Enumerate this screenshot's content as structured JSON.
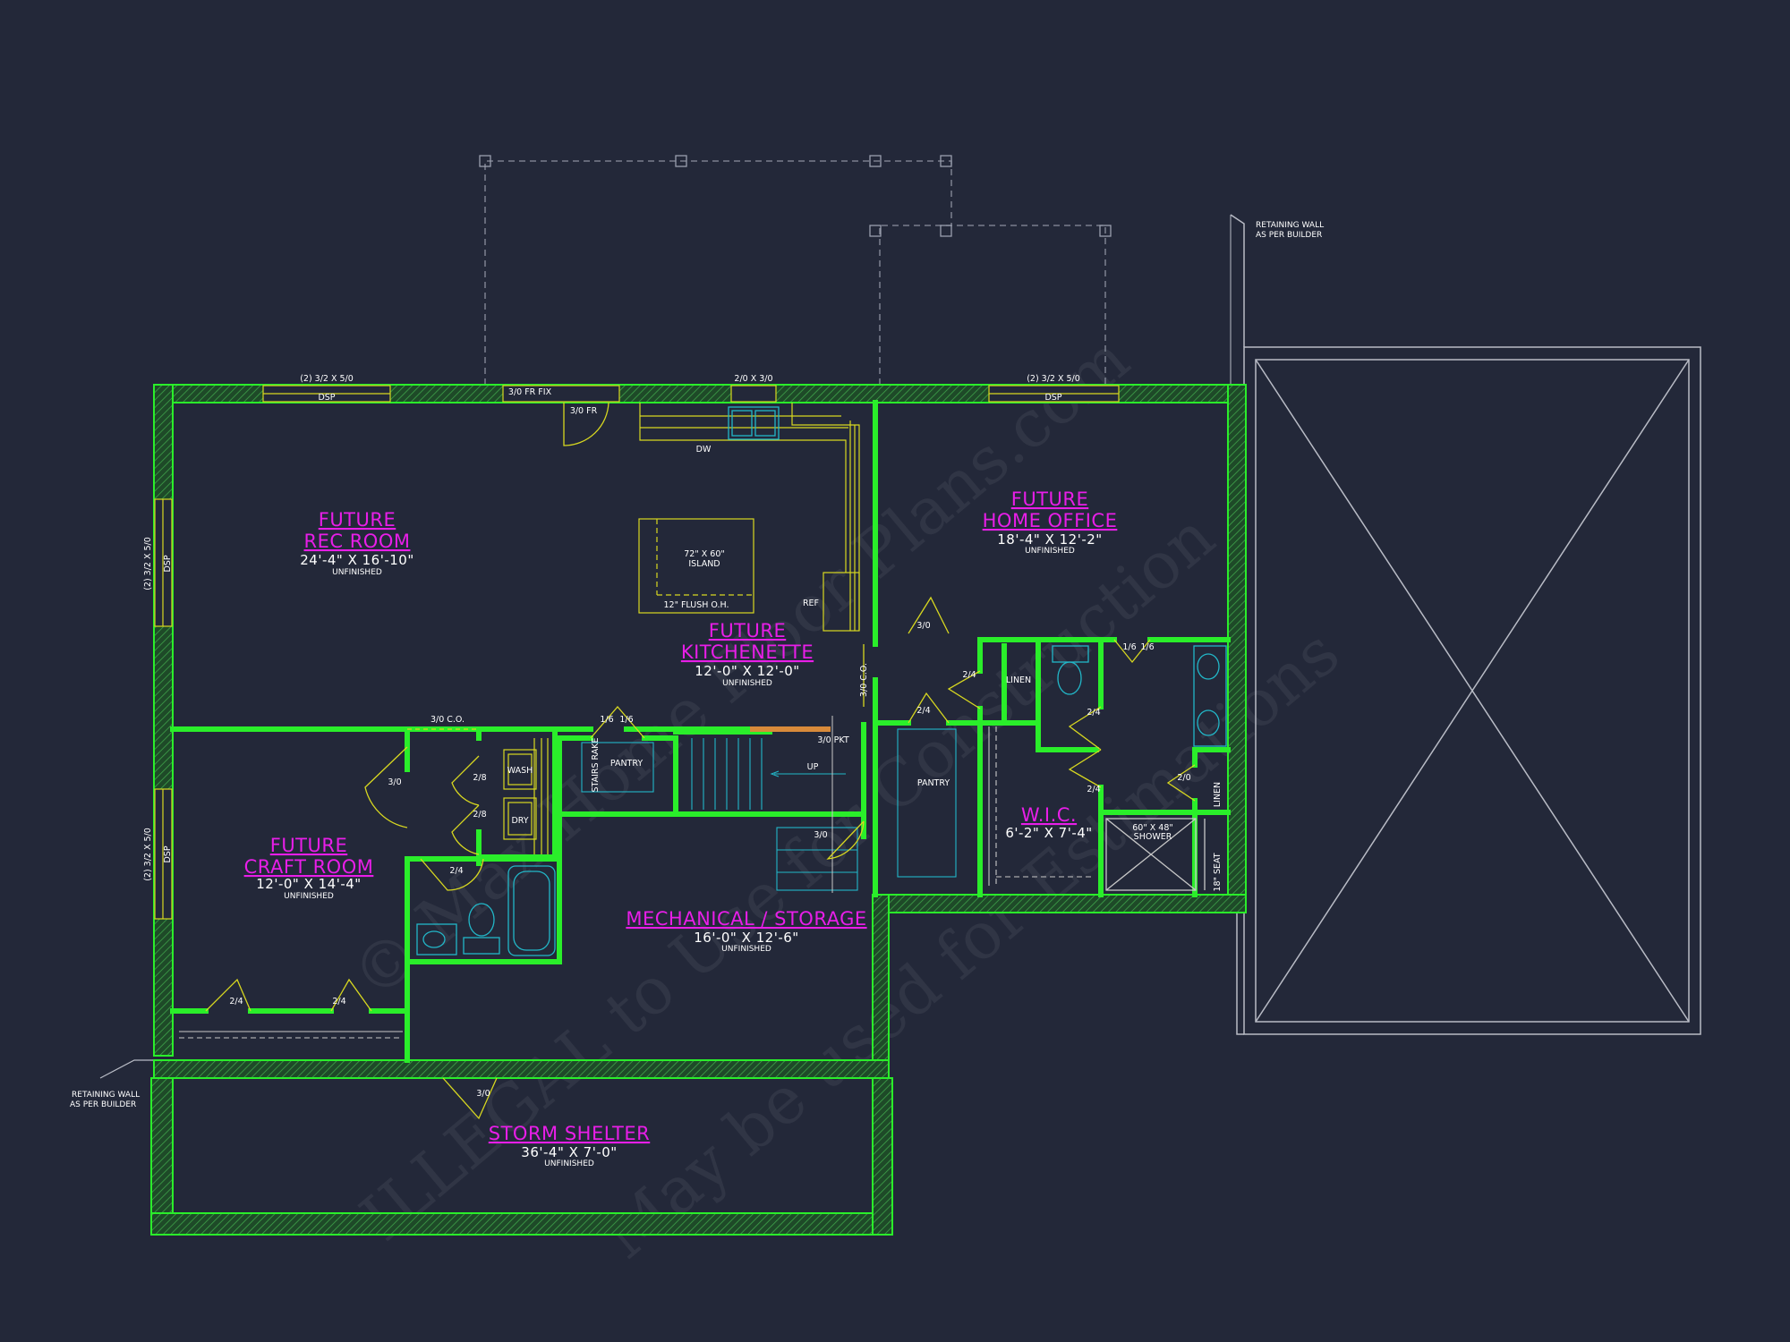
{
  "rooms": {
    "rec_room": {
      "name_1": "FUTURE",
      "name_2": "REC ROOM",
      "dim": "24'-4\" X 16'-10\"",
      "status": "UNFINISHED"
    },
    "kitchenette": {
      "name_1": "FUTURE",
      "name_2": "KITCHENETTE",
      "dim": "12'-0\" X 12'-0\"",
      "status": "UNFINISHED"
    },
    "home_office": {
      "name_1": "FUTURE",
      "name_2": "HOME OFFICE",
      "dim": "18'-4\" X 12'-2\"",
      "status": "UNFINISHED"
    },
    "craft_room": {
      "name_1": "FUTURE",
      "name_2": "CRAFT ROOM",
      "dim": "12'-0\" X 14'-4\"",
      "status": "UNFINISHED"
    },
    "mechanical": {
      "name": "MECHANICAL / STORAGE",
      "dim": "16'-0\" X 12'-6\"",
      "status": "UNFINISHED"
    },
    "wic": {
      "name": "W.I.C.",
      "dim": "6'-2\" X 7'-4\""
    },
    "storm_shelter": {
      "name": "STORM SHELTER",
      "dim": "36'-4\" X 7'-0\"",
      "status": "UNFINISHED"
    }
  },
  "labels": {
    "win_top_left": "(2) 3/2 X 5/0",
    "win_top_left_dsp": "DSP",
    "door_fr_fix": "3/0 FR FIX",
    "door_fr": "3/0 FR",
    "win_top_mid": "2/0 X 3/0",
    "win_top_right": "(2) 3/2 X 5/0",
    "win_top_right_dsp": "DSP",
    "dw": "DW",
    "island_1": "72\" X 60\"",
    "island_2": "ISLAND",
    "flush": "12\" FLUSH O.H.",
    "ref": "REF",
    "win_left_1": "(2) 3/2 X 5/0",
    "win_left_1_dsp": "DSP",
    "win_left_2": "(2) 3/2 X 5/0",
    "win_left_2_dsp": "DSP",
    "co_mid": "3/0 C.O.",
    "co_vert": "3/0 C.O.",
    "d_1_6a": "1/6",
    "d_1_6b": "1/6",
    "stairs_rake": "STAIRS RAKE",
    "pantry_left": "PANTRY",
    "pkt": "3/0 PKT",
    "up": "UP",
    "wash": "WASH",
    "dry": "DRY",
    "d_2_8a": "2/8",
    "d_2_8b": "2/8",
    "d_3_0_craft": "3/0",
    "d_2_4_bath": "2/4",
    "d_2_4_craft_a": "2/4",
    "d_2_4_craft_b": "2/4",
    "d_3_0_mech": "3/0",
    "d_3_0_shelter": "3/0",
    "d_3_0_office": "3/0",
    "d_2_4_a": "2/4",
    "d_2_4_b": "2/4",
    "d_2_4_c": "2/4",
    "d_2_4_d": "2/4",
    "linen_1": "LINEN",
    "linen_2": "LINEN",
    "pantry_right": "PANTRY",
    "d_1_6c": "1/6",
    "d_1_6d": "1/6",
    "d_2_0": "2/0",
    "shower_1": "60\" X 48\"",
    "shower_2": "SHOWER",
    "seat": "18\" SEAT",
    "retaining_top_1": "RETAINING WALL",
    "retaining_top_2": "AS PER BUILDER",
    "retaining_bot_1": "RETAINING WALL",
    "retaining_bot_2": "AS PER BUILDER"
  },
  "watermark": {
    "line_1": "© Max Home Floor Plans.com",
    "line_2": "ILLEGAL to Use for Construction",
    "line_3": "May be used for Estimations"
  },
  "colors": {
    "background": "#232839",
    "wall": "#2aee2a",
    "wall_hatch": "#1d5a2a",
    "room_label": "#e81ee8",
    "fixture": "#d8d820",
    "plumbing": "#22b7c8"
  }
}
